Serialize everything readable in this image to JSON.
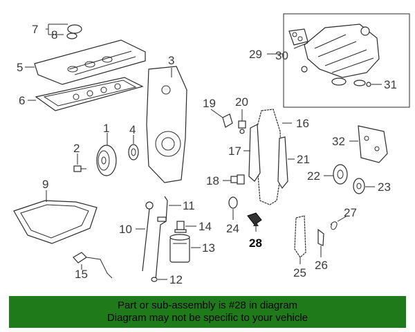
{
  "callouts": {
    "n1": "1",
    "n2": "2",
    "n3": "3",
    "n4": "4",
    "n5": "5",
    "n6": "6",
    "n7": "7",
    "n8": "8",
    "n9": "9",
    "n10": "10",
    "n11": "11",
    "n12": "12",
    "n13": "13",
    "n14": "14",
    "n15": "15",
    "n16": "16",
    "n17": "17",
    "n18": "18",
    "n19": "19",
    "n20": "20",
    "n21": "21",
    "n22": "22",
    "n23": "23",
    "n24": "24",
    "n25": "25",
    "n26": "26",
    "n27": "27",
    "n28": "28",
    "n29": "29",
    "n30": "30",
    "n31": "31",
    "n32": "32"
  },
  "banner": {
    "line1": "Part or sub-assembly is #28 in diagram",
    "line2": "Diagram may not be specific to your vehicle",
    "background": "#1f7a1a"
  }
}
